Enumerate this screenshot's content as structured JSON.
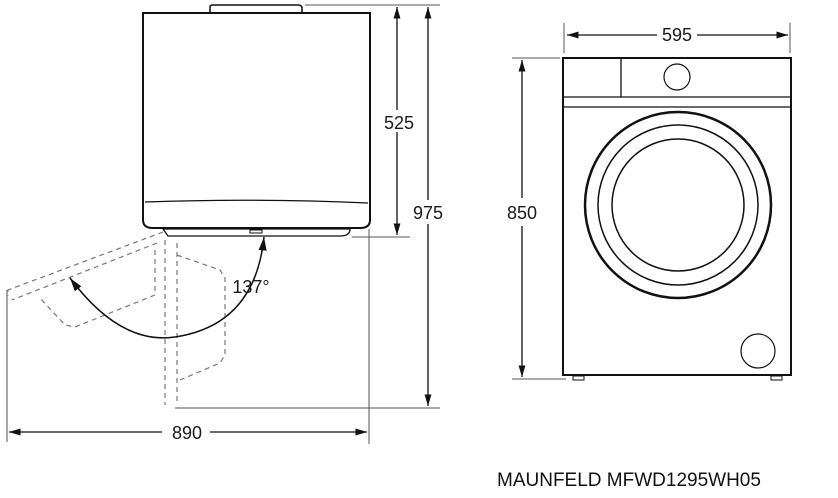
{
  "dimensions": {
    "door_depth": "525",
    "total_depth": "975",
    "door_open_width": "890",
    "door_angle": "137°",
    "width": "595",
    "height": "850"
  },
  "model_label": "MAUNFELD MFWD1295WH05"
}
